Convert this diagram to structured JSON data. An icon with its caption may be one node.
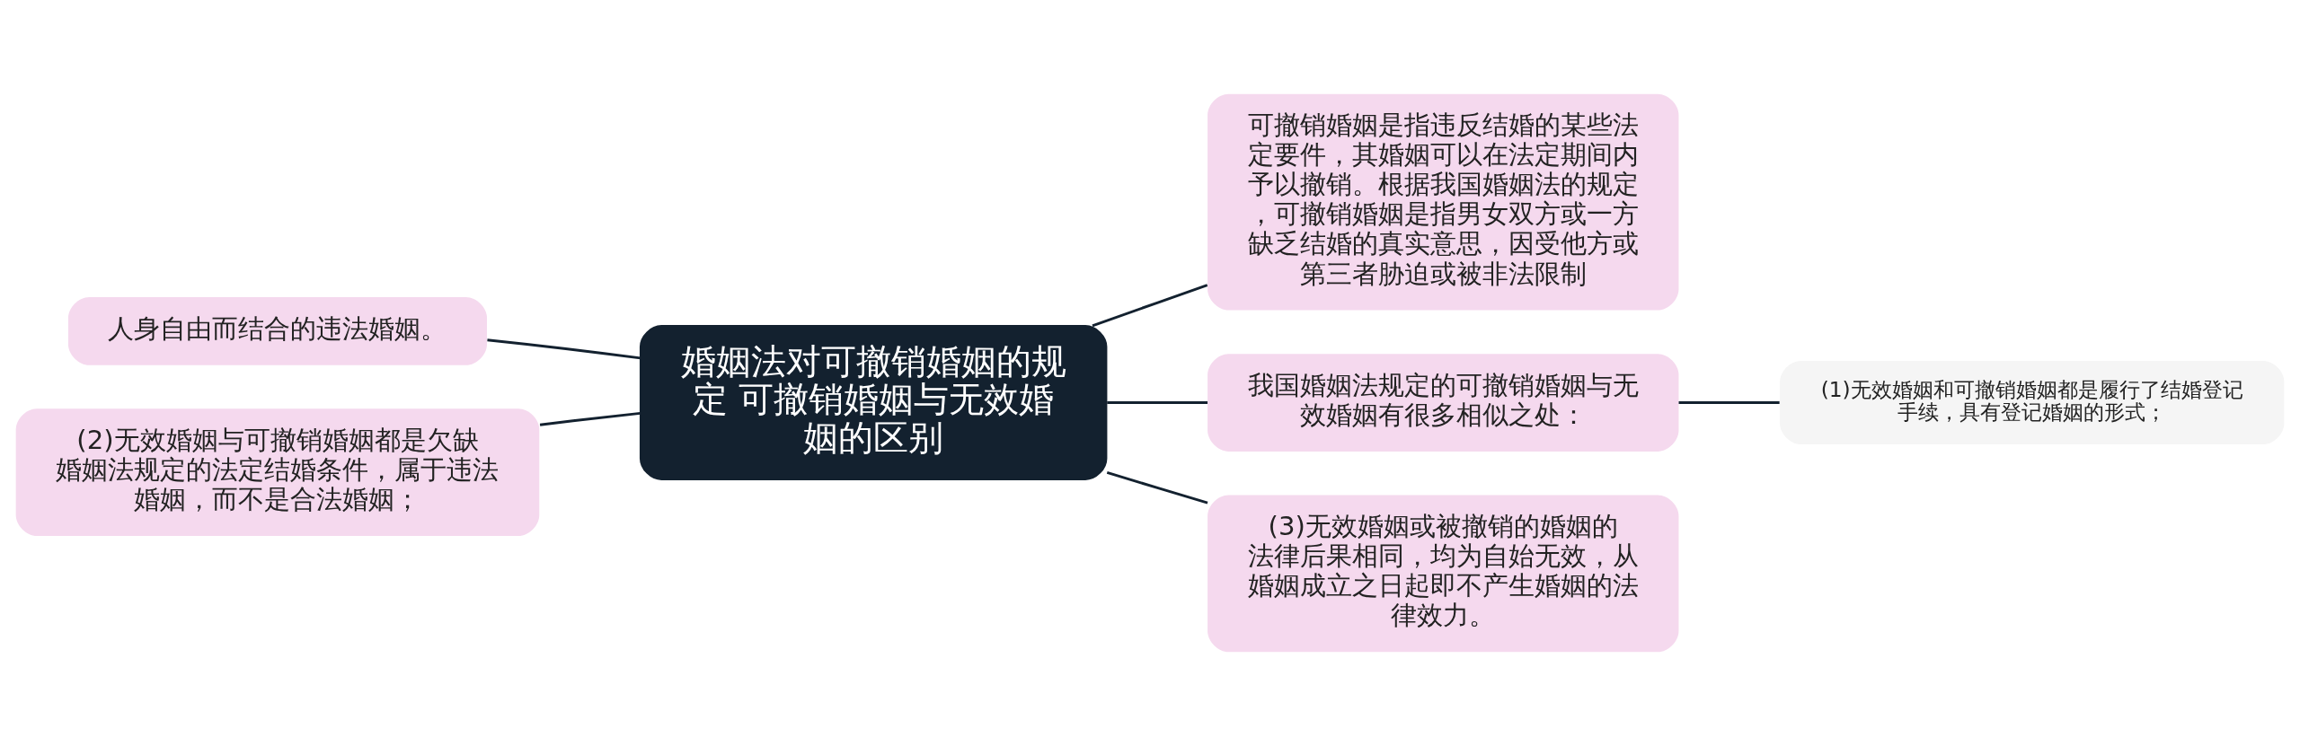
{
  "diagram": {
    "nodes": [
      {
        "text": [
          "婚姻法对可撤销婚姻的规定 可撤销婚姻与无效婚姻的区别"
        ]
      },
      {
        "text": [
          "可撤销婚姻是指违反结婚的某些法定要件，其婚姻可以在法定期间内予以撤销。根据我国婚姻法的规定，可撤销婚姻是指男女双方或一方缺乏结婚的真实意思，因受他方或第三者胁迫或被非法限制"
        ]
      },
      {
        "text": [
          "我国婚姻法规定的可撤销婚姻与无效婚姻有很多相似之处："
        ]
      },
      {
        "text": [
          "(1)无效婚姻和可撤销婚姻都是履行了结婚登记手续，具有登记婚姻的形式；"
        ]
      },
      {
        "text": [
          "(3)无效婚姻或被撤销的婚姻的法律后果相同，均为自始无效，从婚姻成立之日起即不产生婚姻的法律效力。"
        ]
      },
      {
        "text": [
          "人身自由而结合的违法婚姻。"
        ]
      },
      {
        "text": [
          "(2)无效婚姻与可撤销婚姻都是欠缺婚姻法规定的法定结婚条件，属于违法婚姻，而不是合法婚姻；"
        ]
      }
    ],
    "edges": [
      {
        "from": 0,
        "to": 1,
        "arrow": "none"
      },
      {
        "from": 0,
        "to": 2,
        "arrow": "none"
      },
      {
        "from": 2,
        "to": 3,
        "arrow": "none"
      },
      {
        "from": 0,
        "to": 4,
        "arrow": "none"
      },
      {
        "from": 0,
        "to": 5,
        "arrow": "none"
      },
      {
        "from": 0,
        "to": 6,
        "arrow": "none"
      }
    ]
  }
}
